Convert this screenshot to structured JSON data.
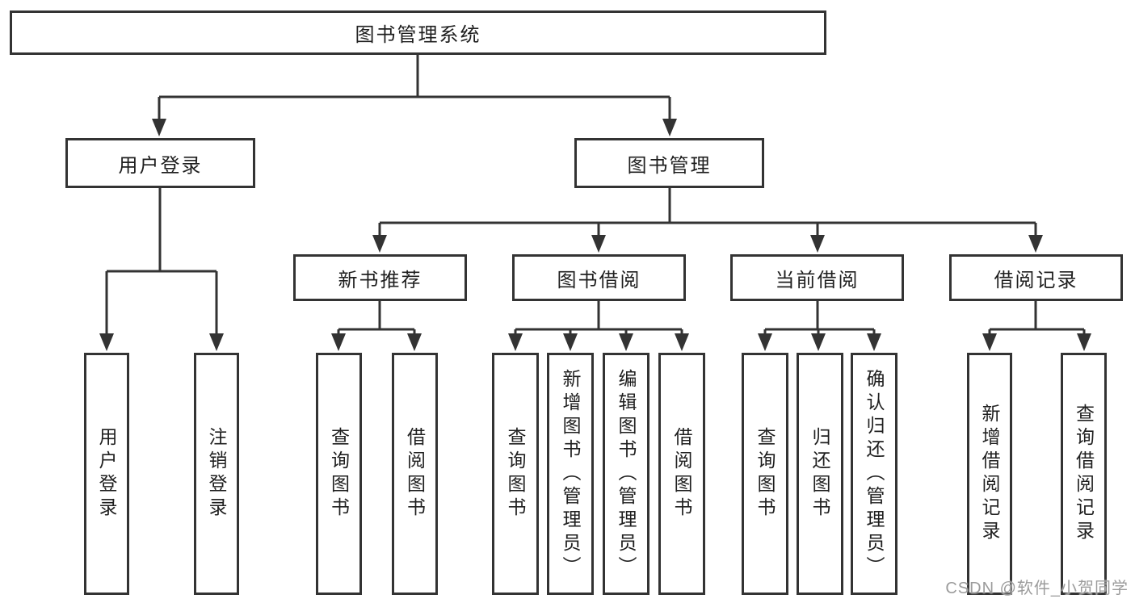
{
  "diagram": {
    "title": "图书管理系统",
    "nodes": {
      "root": {
        "label": "图书管理系统"
      },
      "level1": [
        {
          "label": "用户登录"
        },
        {
          "label": "图书管理"
        }
      ],
      "level2": [
        {
          "label": "新书推荐",
          "parent": "图书管理"
        },
        {
          "label": "图书借阅",
          "parent": "图书管理"
        },
        {
          "label": "当前借阅",
          "parent": "图书管理"
        },
        {
          "label": "借阅记录",
          "parent": "图书管理"
        }
      ],
      "leaves": [
        {
          "label": "用户登录",
          "parent": "用户登录"
        },
        {
          "label": "注销登录",
          "parent": "用户登录"
        },
        {
          "label": "查询图书",
          "parent": "新书推荐"
        },
        {
          "label": "借阅图书",
          "parent": "新书推荐"
        },
        {
          "label": "查询图书",
          "parent": "图书借阅"
        },
        {
          "label": "新增图书（管理员）",
          "parent": "图书借阅"
        },
        {
          "label": "编辑图书（管理员）",
          "parent": "图书借阅"
        },
        {
          "label": "借阅图书",
          "parent": "图书借阅"
        },
        {
          "label": "查询图书",
          "parent": "当前借阅"
        },
        {
          "label": "归还图书",
          "parent": "当前借阅"
        },
        {
          "label": "确认归还（管理员）",
          "parent": "当前借阅"
        },
        {
          "label": "新增借阅记录",
          "parent": "借阅记录"
        },
        {
          "label": "查询借阅记录",
          "parent": "借阅记录"
        }
      ]
    },
    "colors": {
      "line": "#333333",
      "border": "#333333",
      "text": "#1f1f1f",
      "background": "#ffffff",
      "watermark": "#9c9c9c"
    },
    "watermark": "CSDN @软件_小贺同学"
  }
}
